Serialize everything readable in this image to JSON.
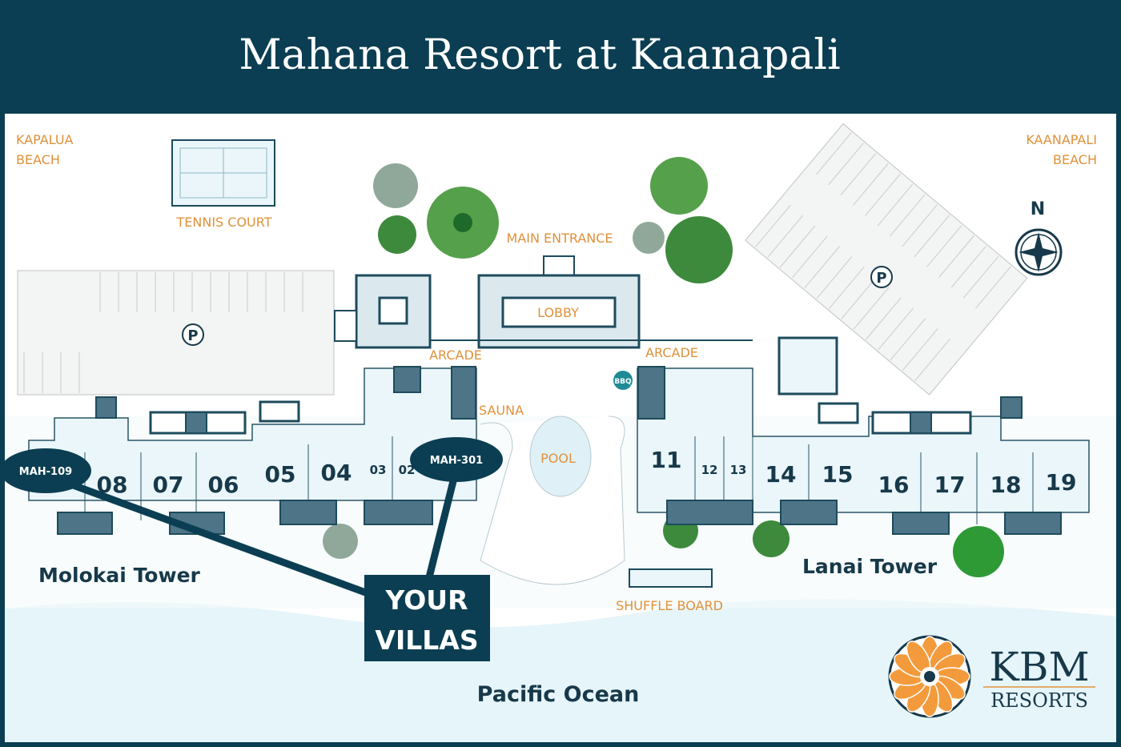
{
  "header": {
    "title": "Mahana Resort at Kaanapali"
  },
  "labels": {
    "kapalua_beach": [
      "KAPALUA",
      "BEACH"
    ],
    "kaanapali_beach": [
      "KAANAPALI",
      "BEACH"
    ],
    "tennis_court": "TENNIS COURT",
    "main_entrance": "MAIN ENTRANCE",
    "lobby": "LOBBY",
    "arcade_left": "ARCADE",
    "arcade_right": "ARCADE",
    "sauna": "SAUNA",
    "pool": "POOL",
    "bbq": "BBQ",
    "shuffle_board": "SHUFFLE BOARD",
    "parking": "P",
    "north": "N",
    "pacific_ocean": "Pacific Ocean"
  },
  "towers": {
    "molokai": "Molokai Tower",
    "lanai": "Lanai Tower"
  },
  "units": {
    "molokai": [
      "08",
      "07",
      "06",
      "05",
      "04",
      "03",
      "02"
    ],
    "lanai": [
      "11",
      "12",
      "13",
      "14",
      "15",
      "16",
      "17",
      "18",
      "19"
    ]
  },
  "callouts": {
    "villa_1": "MAH-109",
    "villa_2": "MAH-301",
    "your_villas": [
      "YOUR",
      "VILLAS"
    ]
  },
  "logo": {
    "brand": "KBM",
    "sub": "RESORTS"
  },
  "colors": {
    "header": "#0b3e52",
    "label": "#e0913a",
    "building": "#eaf6fa",
    "ocean": "#e6f5fa",
    "logo_orange": "#f39b3c"
  }
}
